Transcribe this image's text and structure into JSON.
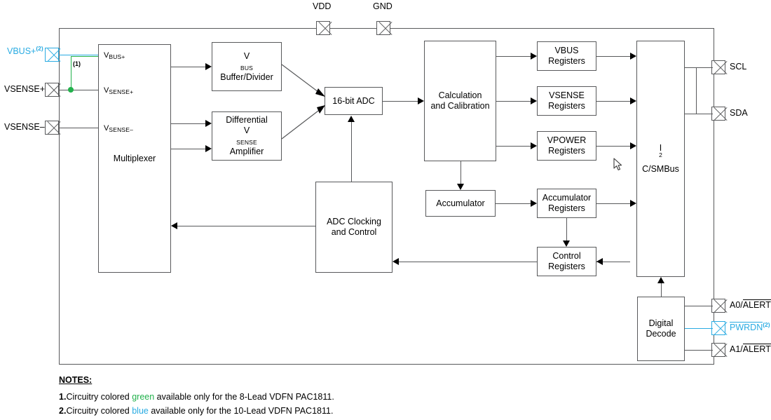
{
  "diagram": {
    "title": "PAC1811 Block Diagram",
    "colors": {
      "wire": "#58595b",
      "blue": "#29ABE2",
      "green": "#22B14C",
      "block_border": "#58595b",
      "background": "#ffffff"
    }
  },
  "pins": {
    "vbus_plus": {
      "label": "VBUS+",
      "superscript": "(2)",
      "color": "#29ABE2"
    },
    "vsense_plus": {
      "label": "VSENSE+",
      "color": "#000000"
    },
    "vsense_minus": {
      "label": "VSENSE–",
      "color": "#000000"
    },
    "vdd": {
      "label": "VDD",
      "color": "#000000"
    },
    "gnd": {
      "label": "GND",
      "color": "#000000"
    },
    "scl": {
      "label": "SCL",
      "color": "#000000"
    },
    "sda": {
      "label": "SDA",
      "color": "#000000"
    },
    "a0_alert": {
      "label_prefix": "A0/",
      "label_overline": "ALERT",
      "color": "#000000"
    },
    "pwrdn": {
      "label_overline": "PWRDN",
      "superscript": "(2)",
      "color": "#29ABE2"
    },
    "a1_alert": {
      "label_prefix": "A1/",
      "label_overline": "ALERT",
      "color": "#000000"
    }
  },
  "mux_inputs": {
    "vbus_plus": {
      "main": "V",
      "sub": "BUS+"
    },
    "vsense_plus": {
      "main": "V",
      "sub": "SENSE+"
    },
    "vsense_minus": {
      "main": "V",
      "sub": "SENSE–"
    }
  },
  "annotations": {
    "green_wire_note": "(1)"
  },
  "blocks": {
    "multiplexer": {
      "label": "Multiplexer"
    },
    "vbus_buffer": {
      "line1_main": "V",
      "line1_sub": "BUS",
      "line2": "Buffer/Divider"
    },
    "diff_amp": {
      "line1": "Differential",
      "line2_main": "V",
      "line2_sub": "SENSE",
      "line3": "Amplifier"
    },
    "adc": {
      "label": "16-bit ADC"
    },
    "adc_clocking": {
      "line1": "ADC Clocking",
      "line2": "and Control"
    },
    "calculation": {
      "line1": "Calculation",
      "line2": "and Calibration"
    },
    "accumulator": {
      "label": "Accumulator"
    },
    "vbus_registers": {
      "line1": "VBUS",
      "line2": "Registers"
    },
    "vsense_registers": {
      "line1": "VSENSE",
      "line2": "Registers"
    },
    "vpower_registers": {
      "line1": "VPOWER",
      "line2": "Registers"
    },
    "accumulator_registers": {
      "line1": "Accumulator",
      "line2": "Registers"
    },
    "control_registers": {
      "line1": "Control",
      "line2": "Registers"
    },
    "i2c_smbus": {
      "main": "I",
      "sup": "2",
      "rest": "C/SMBus"
    },
    "digital_decode": {
      "line1": "Digital",
      "line2": "Decode"
    }
  },
  "notes": {
    "title": "NOTES:",
    "items": [
      {
        "num": "1.",
        "pre": "Circuitry colored ",
        "color_word": "green",
        "color_hex": "#22B14C",
        "post": " available only for the 8-Lead VDFN PAC1811."
      },
      {
        "num": "2.",
        "pre": "Circuitry colored ",
        "color_word": "blue",
        "color_hex": "#29ABE2",
        "post": " available only for the 10-Lead VDFN PAC1811."
      }
    ]
  }
}
